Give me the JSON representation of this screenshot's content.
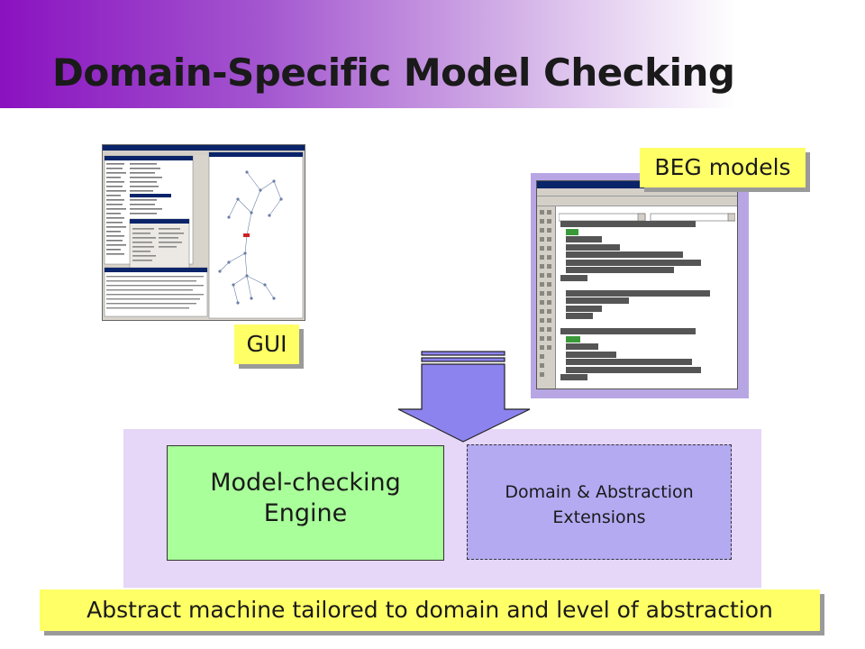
{
  "slide": {
    "title": "Domain-Specific Model Checking",
    "colors": {
      "title_gradient_start": "#8a12c0",
      "platform": "#e6d6f7",
      "engine_box": "#a9ff9a",
      "extensions_box": "#b3aaf2",
      "callout": "#ffff66",
      "arrow": "#8c83ee"
    }
  },
  "callouts": {
    "beg_models": "BEG models",
    "gui": "GUI",
    "abstract_machine": "Abstract machine tailored to domain and level of abstraction"
  },
  "engine": {
    "line1": "Model-checking",
    "line2": "Engine"
  },
  "extensions": {
    "line1": "Domain & Abstraction",
    "line2": "Extensions"
  },
  "images": {
    "gui_screenshot": "gui-screenshot-icon",
    "beg_code_screenshot": "visual-basic-code-icon"
  }
}
